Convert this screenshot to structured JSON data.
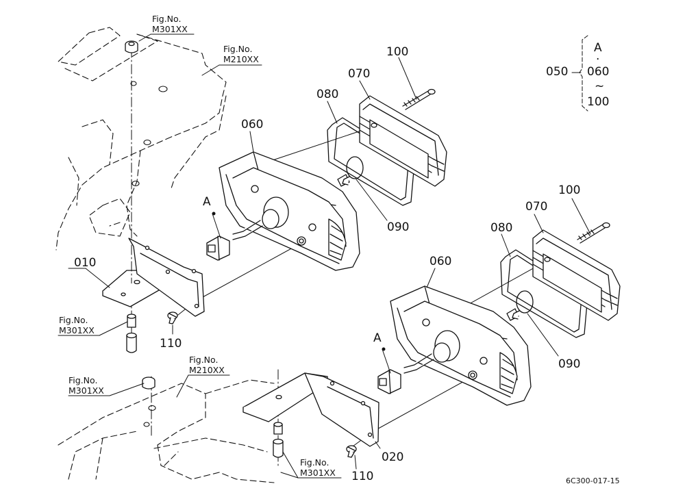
{
  "labels": {
    "fig_no": "Fig.No.",
    "fig_m301": "M301XX",
    "fig_m210": "M210XX",
    "p010": "010",
    "p020": "020",
    "p050": "050",
    "p060": "060",
    "p070": "070",
    "p080": "080",
    "p090": "090",
    "p100": "100",
    "p110": "110",
    "A": "A",
    "dot": "·",
    "tilde": "~"
  },
  "drawing_code": "6C300-017-15",
  "colors": {
    "line": "#111111",
    "background": "#ffffff"
  }
}
